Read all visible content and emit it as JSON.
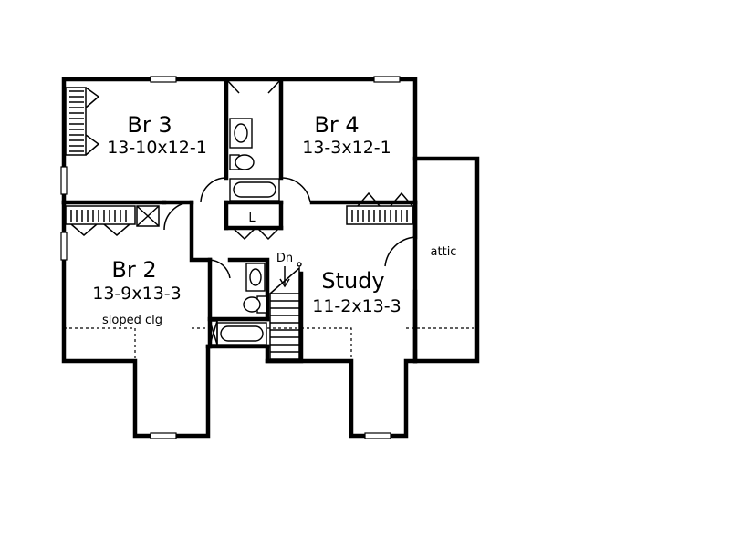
{
  "plan": {
    "rooms": {
      "br3": {
        "name": "Br 3",
        "dims": "13-10x12-1"
      },
      "br4": {
        "name": "Br 4",
        "dims": "13-3x12-1"
      },
      "br2": {
        "name": "Br 2",
        "dims": "13-9x13-3",
        "note": "sloped clg"
      },
      "study": {
        "name": "Study",
        "dims": "11-2x13-3"
      },
      "attic": {
        "name": "attic"
      }
    },
    "labels": {
      "linen": "L",
      "stairs_down": "Dn"
    }
  }
}
